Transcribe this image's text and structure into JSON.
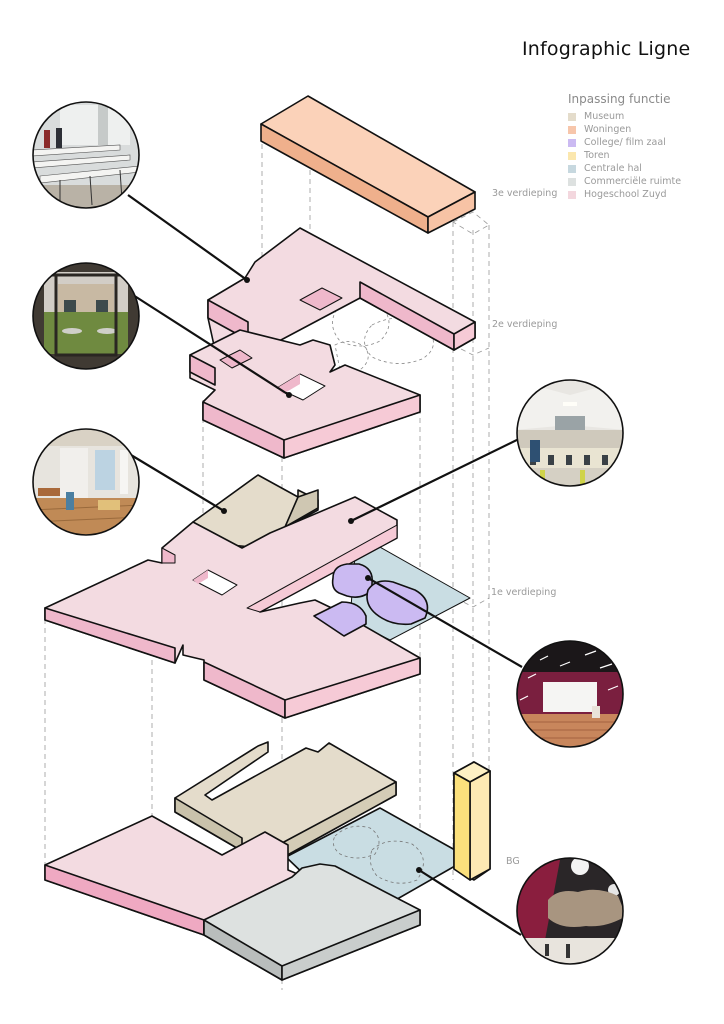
{
  "title": "Infographic Ligne",
  "legend": {
    "title": "Inpassing functie",
    "items": [
      {
        "label": "Museum",
        "color": "#e4dccb"
      },
      {
        "label": "Woningen",
        "color": "#f7c6ab"
      },
      {
        "label": "College/ film zaal",
        "color": "#cbbaf2"
      },
      {
        "label": "Toren",
        "color": "#fbe7ae"
      },
      {
        "label": "Centrale hal",
        "color": "#c7d8df"
      },
      {
        "label": "Commerciële ruimte",
        "color": "#dde1e0"
      },
      {
        "label": "Hogeschool Zuyd",
        "color": "#f3d7de"
      }
    ]
  },
  "floors": [
    {
      "label": "3e verdieping"
    },
    {
      "label": "2e verdieping"
    },
    {
      "label": "1e verdieping"
    },
    {
      "label": "BG"
    }
  ],
  "photos": [
    {
      "subject": "classroom",
      "icon": "classroom-photo-icon"
    },
    {
      "subject": "courtyard",
      "icon": "courtyard-photo-icon"
    },
    {
      "subject": "museum",
      "icon": "museum-photo-icon"
    },
    {
      "subject": "atrium",
      "icon": "atrium-photo-icon"
    },
    {
      "subject": "cinema",
      "icon": "cinema-photo-icon"
    },
    {
      "subject": "central-hall",
      "icon": "central-hall-photo-icon"
    }
  ]
}
